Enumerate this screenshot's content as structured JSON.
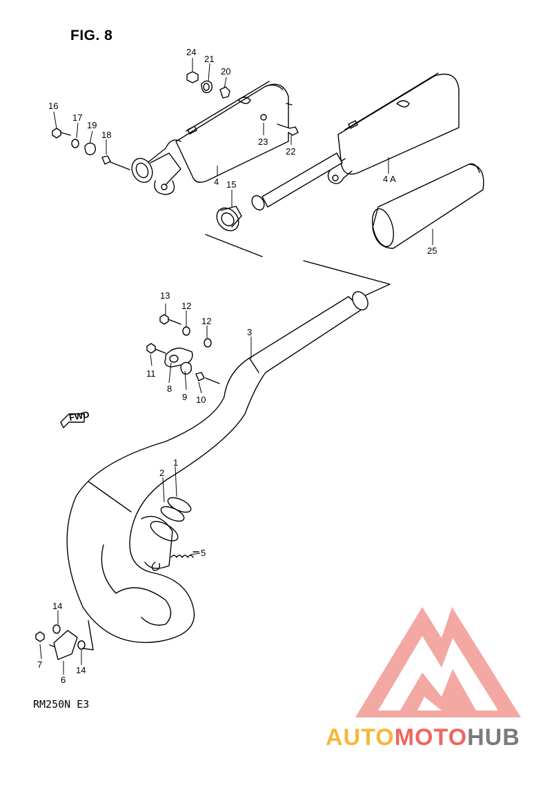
{
  "figure": {
    "title": "FIG. 8",
    "model_code": "RM250N  E3",
    "fwd_label": "FWD"
  },
  "watermark": {
    "text_part1": "AUTO",
    "text_part2": "MOTO",
    "text_part3": "HUB",
    "color_auto": "#f6b73a",
    "color_moto": "#f0665e",
    "color_hub": "#7a7a7a",
    "logo_color": "#f0665e",
    "logo_icon": "triangle-m-logo"
  },
  "callouts": {
    "p1": "1",
    "p2": "2",
    "p3": "3",
    "p4": "4",
    "p4a": "4 A",
    "p5": "5",
    "p6": "6",
    "p7": "7",
    "p8": "8",
    "p9": "9",
    "p10": "10",
    "p11": "11",
    "p12a": "12",
    "p12b": "12",
    "p13": "13",
    "p14a": "14",
    "p14b": "14",
    "p15": "15",
    "p16": "16",
    "p17": "17",
    "p18": "18",
    "p19": "19",
    "p20": "20",
    "p21": "21",
    "p22": "22",
    "p23": "23",
    "p24": "24",
    "p25": "25"
  }
}
